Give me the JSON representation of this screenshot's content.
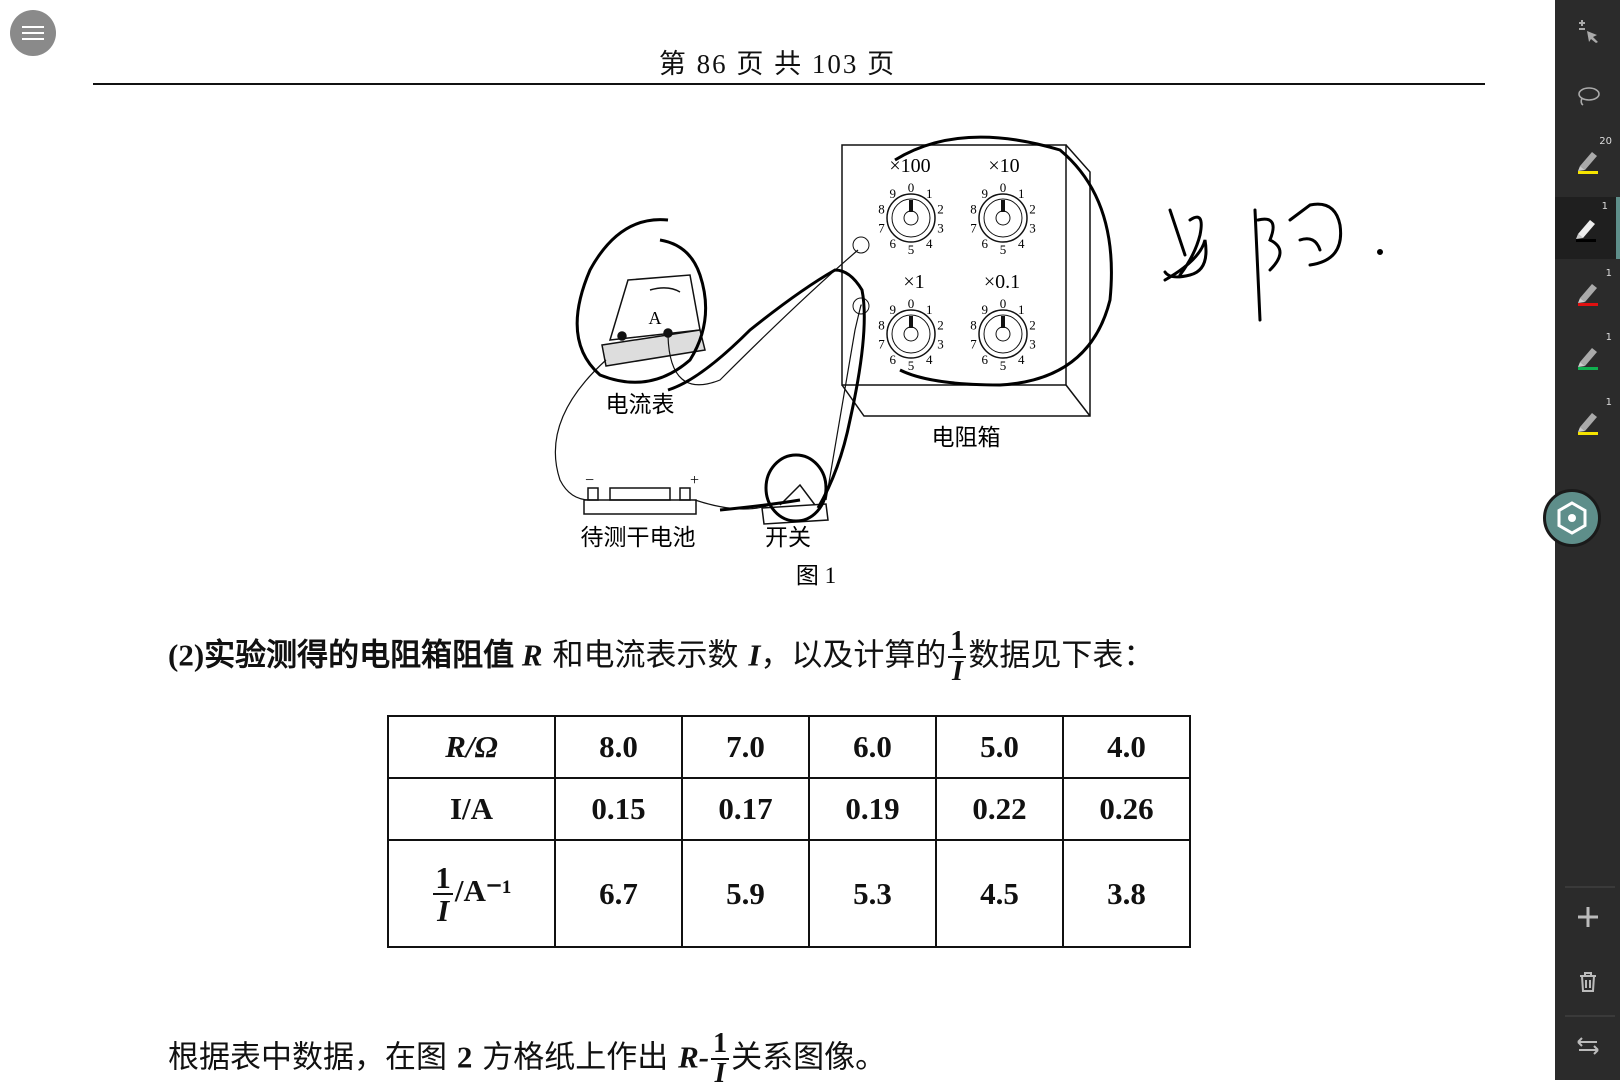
{
  "header": {
    "page_indicator": "第 86 页 共 103 页"
  },
  "figure": {
    "caption": "图 1",
    "labels": {
      "ammeter": "电流表",
      "resistance_box": "电阻箱",
      "battery": "待测干电池",
      "switch": "开关",
      "ammeter_symbol": "A",
      "minus": "−",
      "plus": "+"
    },
    "dials": [
      {
        "label": "×100"
      },
      {
        "label": "×10"
      },
      {
        "label": "×1"
      },
      {
        "label": "×0.1"
      }
    ],
    "dial_digits": [
      "0",
      "1",
      "2",
      "3",
      "4",
      "5",
      "6",
      "7",
      "8",
      "9"
    ]
  },
  "annotation": {
    "handwriting": "坐阻",
    "color": "#000000"
  },
  "question": {
    "part2_prefix": "(2)实验测得的电阻箱阻值 ",
    "var_R": "R",
    "mid": " 和电流表示数 ",
    "var_I": "I",
    "mid2": "，以及计算的",
    "frac_num": "1",
    "frac_den": "I",
    "suffix": "数据见下表："
  },
  "table": {
    "rows": [
      {
        "header": "R/Ω",
        "values": [
          "8.0",
          "7.0",
          "6.0",
          "5.0",
          "4.0"
        ]
      },
      {
        "header": "I/A",
        "values": [
          "0.15",
          "0.17",
          "0.19",
          "0.22",
          "0.26"
        ]
      },
      {
        "header_frac_num": "1",
        "header_frac_den": "I",
        "header_unit": "/A⁻¹",
        "values": [
          "6.7",
          "5.9",
          "5.3",
          "4.5",
          "3.8"
        ]
      }
    ]
  },
  "instruction": {
    "prefix": "根据表中数据，在图 ",
    "fig": "2",
    "mid": " 方格纸上作出 ",
    "var": "R-",
    "frac_num": "1",
    "frac_den": "I",
    "suffix": "关系图像。"
  },
  "sidebar": {
    "tools": [
      {
        "name": "select-move",
        "count": ""
      },
      {
        "name": "lasso",
        "count": ""
      },
      {
        "name": "highlighter",
        "count": "20",
        "color": "#f5e400"
      },
      {
        "name": "pen-black",
        "count": "1",
        "color": "#000000",
        "active": true
      },
      {
        "name": "pen-red",
        "count": "1",
        "color": "#e01010"
      },
      {
        "name": "pen-green",
        "count": "1",
        "color": "#10b050"
      },
      {
        "name": "pen-yellow",
        "count": "1",
        "color": "#f5e400"
      }
    ],
    "accent": "#5e8e8a"
  }
}
